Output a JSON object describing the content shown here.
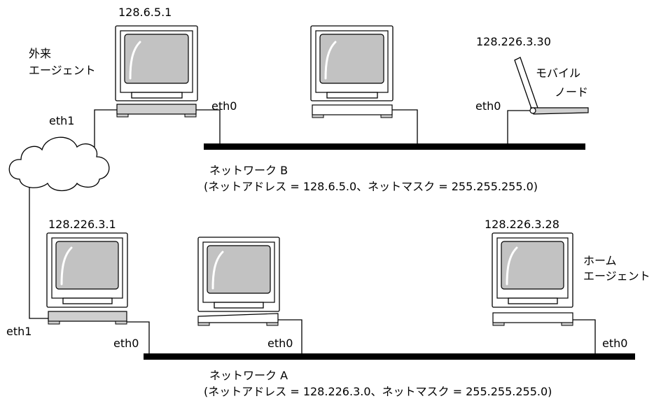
{
  "network_b": {
    "title": "ネットワーク B",
    "detail": "(ネットアドレス = 128.6.5.0、ネットマスク = 255.255.255.0)"
  },
  "network_a": {
    "title": "ネットワーク A",
    "detail": "(ネットアドレス = 128.226.3.0、ネットマスク = 255.255.255.0)"
  },
  "foreign_agent": {
    "ip": "128.6.5.1",
    "label_line1": "外来",
    "label_line2": "エージェント",
    "iface_b": "eth0",
    "iface_cloud": "eth1"
  },
  "mobile_node": {
    "ip": "128.226.3.30",
    "label_line1": "モバイル",
    "label_line2": "ノード",
    "iface": "eth0"
  },
  "router_a": {
    "ip": "128.226.3.1",
    "iface_cloud": "eth1",
    "iface_a": "eth0"
  },
  "host_a": {
    "iface": "eth0"
  },
  "home_agent": {
    "ip": "128.226.3.28",
    "label_line1": "ホーム",
    "label_line2": "エージェント",
    "iface": "eth0"
  }
}
